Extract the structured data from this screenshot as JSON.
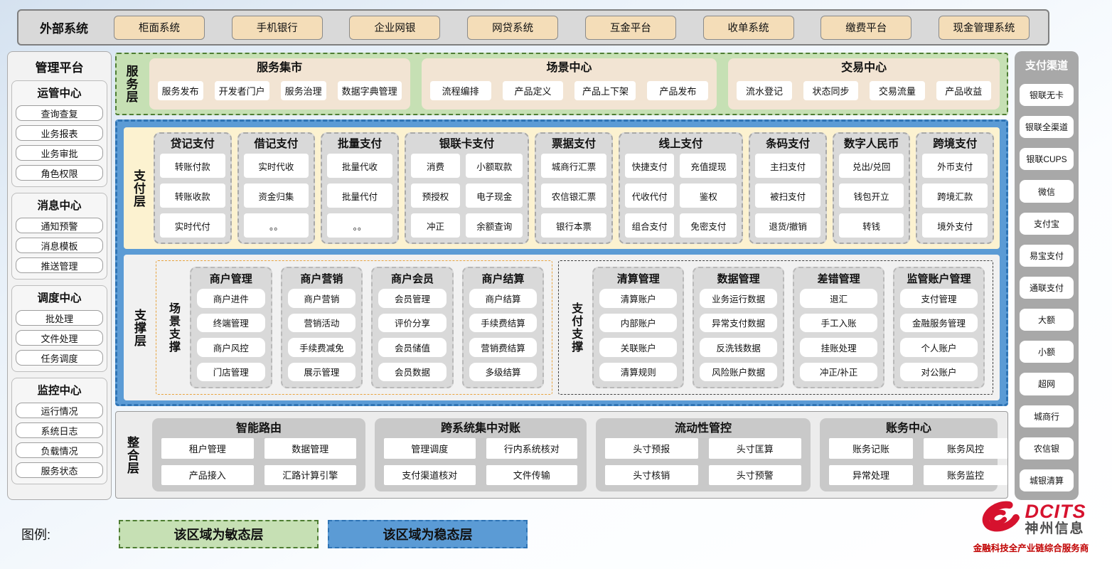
{
  "external_systems": {
    "title": "外部系统",
    "items": [
      "柜面系统",
      "手机银行",
      "企业网银",
      "网贷系统",
      "互金平台",
      "收单系统",
      "缴费平台",
      "现金管理系统"
    ]
  },
  "management_platform": {
    "title": "管理平台",
    "groups": [
      {
        "title": "运管中心",
        "items": [
          "查询查复",
          "业务报表",
          "业务审批",
          "角色权限"
        ]
      },
      {
        "title": "消息中心",
        "items": [
          "通知预警",
          "消息模板",
          "推送管理"
        ]
      },
      {
        "title": "调度中心",
        "items": [
          "批处理",
          "文件处理",
          "任务调度"
        ]
      },
      {
        "title": "监控中心",
        "items": [
          "运行情况",
          "系统日志",
          "负载情况",
          "服务状态"
        ]
      }
    ]
  },
  "service_layer": {
    "label": "服务层",
    "panels": [
      {
        "title": "服务集市",
        "items": [
          "服务发布",
          "开发者门户",
          "服务治理",
          "数据字典管理"
        ]
      },
      {
        "title": "场景中心",
        "items": [
          "流程编排",
          "产品定义",
          "产品上下架",
          "产品发布"
        ]
      },
      {
        "title": "交易中心",
        "items": [
          "流水登记",
          "状态同步",
          "交易流量",
          "产品收益"
        ]
      }
    ]
  },
  "payment_layer": {
    "label": "支付层",
    "columns": [
      {
        "title": "贷记支付",
        "cols": 1,
        "items": [
          "转账付款",
          "转账收款",
          "实时代付"
        ]
      },
      {
        "title": "借记支付",
        "cols": 1,
        "items": [
          "实时代收",
          "资金归集",
          "。。"
        ]
      },
      {
        "title": "批量支付",
        "cols": 1,
        "items": [
          "批量代收",
          "批量代付",
          "。。"
        ]
      },
      {
        "title": "银联卡支付",
        "cols": 2,
        "items": [
          "消费",
          "小额取款",
          "预授权",
          "电子现金",
          "冲正",
          "余额查询"
        ]
      },
      {
        "title": "票据支付",
        "cols": 1,
        "items": [
          "城商行汇票",
          "农信银汇票",
          "银行本票"
        ]
      },
      {
        "title": "线上支付",
        "cols": 2,
        "items": [
          "快捷支付",
          "充值提现",
          "代收代付",
          "鉴权",
          "组合支付",
          "免密支付"
        ]
      },
      {
        "title": "条码支付",
        "cols": 1,
        "items": [
          "主扫支付",
          "被扫支付",
          "退货/撤销"
        ]
      },
      {
        "title": "数字人民币",
        "cols": 1,
        "items": [
          "兑出/兑回",
          "钱包开立",
          "转钱"
        ]
      },
      {
        "title": "跨境支付",
        "cols": 1,
        "items": [
          "外币支付",
          "跨境汇款",
          "境外支付"
        ]
      }
    ]
  },
  "support_layer": {
    "label": "支撑层",
    "groups": [
      {
        "label": "场景支撑",
        "style": "scene",
        "columns": [
          {
            "title": "商户管理",
            "items": [
              "商户进件",
              "终端管理",
              "商户风控",
              "门店管理"
            ]
          },
          {
            "title": "商户营销",
            "items": [
              "商户营销",
              "营销活动",
              "手续费减免",
              "展示管理"
            ]
          },
          {
            "title": "商户会员",
            "items": [
              "会员管理",
              "评价分享",
              "会员储值",
              "会员数据"
            ]
          },
          {
            "title": "商户结算",
            "items": [
              "商户结算",
              "手续费结算",
              "营销费结算",
              "多级结算"
            ]
          }
        ]
      },
      {
        "label": "支付支撑",
        "style": "payment",
        "columns": [
          {
            "title": "清算管理",
            "items": [
              "清算账户",
              "内部账户",
              "关联账户",
              "清算规则"
            ]
          },
          {
            "title": "数据管理",
            "items": [
              "业务运行数据",
              "异常支付数据",
              "反洗钱数据",
              "风险账户数据"
            ]
          },
          {
            "title": "差错管理",
            "items": [
              "退汇",
              "手工入账",
              "挂账处理",
              "冲正/补正"
            ]
          },
          {
            "title": "监管账户管理",
            "items": [
              "支付管理",
              "金融服务管理",
              "个人账户",
              "对公账户"
            ]
          }
        ]
      }
    ]
  },
  "integration_layer": {
    "label": "整合层",
    "panels": [
      {
        "title": "智能路由",
        "items": [
          "租户管理",
          "数据管理",
          "产品接入",
          "汇路计算引擎"
        ]
      },
      {
        "title": "跨系统集中对账",
        "items": [
          "管理调度",
          "行内系统核对",
          "支付渠道核对",
          "文件传输"
        ]
      },
      {
        "title": "流动性管控",
        "items": [
          "头寸预报",
          "头寸匡算",
          "头寸核销",
          "头寸预警"
        ]
      },
      {
        "title": "账务中心",
        "items": [
          "账务记账",
          "账务风控",
          "异常处理",
          "账务监控"
        ]
      }
    ]
  },
  "payment_channels": {
    "title": "支付渠道",
    "items": [
      "银联无卡",
      "银联全渠道",
      "银联CUPS",
      "微信",
      "支付宝",
      "易宝支付",
      "通联支付",
      "大额",
      "小额",
      "超网",
      "城商行",
      "农信银",
      "城银清算"
    ]
  },
  "legend": {
    "label": "图例:",
    "items": [
      {
        "label": "该区域为敏态层",
        "style": "agile"
      },
      {
        "label": "该区域为稳态层",
        "style": "stable"
      }
    ]
  },
  "logo": {
    "brand": "DCITS",
    "name": "神州信息",
    "tagline": "金融科技全产业链综合服务商"
  },
  "colors": {
    "agile_green_bg": "#c6e0b4",
    "agile_green_border": "#4e7d32",
    "stable_blue_bg": "#5b9bd5",
    "stable_blue_border": "#2e74b5",
    "payment_cream_bg": "#fcf2d0",
    "scene_orange_border": "#e8a33d",
    "node_gray_bg": "#d9d9d9",
    "external_tan_bg": "#f4ddb8",
    "brand_red": "#d6122e"
  }
}
